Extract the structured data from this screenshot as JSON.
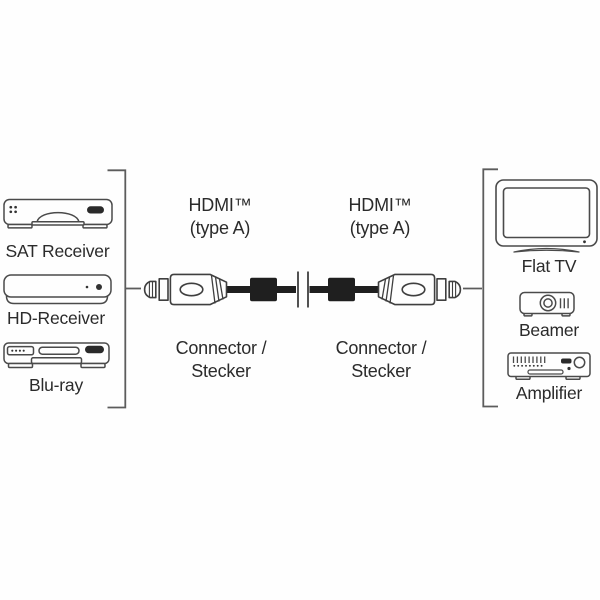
{
  "diagram": {
    "left_group": {
      "devices": [
        {
          "icon": "sat-receiver-icon",
          "label": "SAT Receiver"
        },
        {
          "icon": "hd-receiver-icon",
          "label": "HD-Receiver"
        },
        {
          "icon": "blu-ray-icon",
          "label": "Blu-ray"
        }
      ]
    },
    "right_group": {
      "devices": [
        {
          "icon": "flat-tv-icon",
          "label": "Flat TV"
        },
        {
          "icon": "beamer-icon",
          "label": "Beamer"
        },
        {
          "icon": "amplifier-icon",
          "label": "Amplifier"
        }
      ]
    },
    "cable": {
      "left_connector": {
        "type_line1": "HDMI™",
        "type_line2": "(type A)",
        "caption_line1": "Connector /",
        "caption_line2": "Stecker",
        "icon": "hdmi-plug-left-icon"
      },
      "right_connector": {
        "type_line1": "HDMI™",
        "type_line2": "(type A)",
        "caption_line1": "Connector /",
        "caption_line2": "Stecker",
        "icon": "hdmi-plug-right-icon"
      },
      "break_icon": "cable-break-icon",
      "ferrite_icon": "ferrite-bead-icon"
    },
    "colors": {
      "outline": "#4a4a4a",
      "connector_outline": "#3f3f3f",
      "bracket": "#5c5c5c",
      "text": "#2b2b2b",
      "cable_fill": "#1f1f1f",
      "background": "#fefefe"
    }
  }
}
